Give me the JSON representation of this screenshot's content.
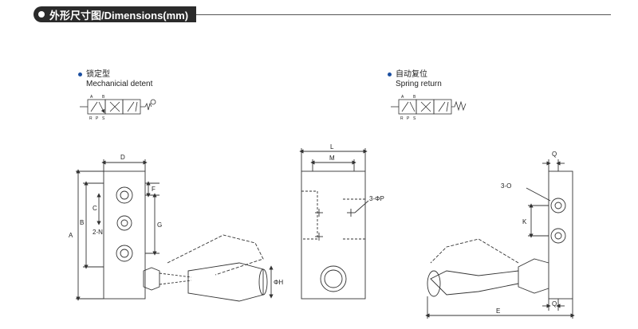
{
  "header": {
    "title": "外形尺寸图/Dimensions(mm)"
  },
  "variants": [
    {
      "name_cn": "锁定型",
      "name_en": "Mechanicial detent"
    },
    {
      "name_cn": "自动复位",
      "name_en": "Spring return"
    }
  ],
  "symbol_ports": {
    "top": [
      "A",
      "B"
    ],
    "bottom": [
      "R",
      "P",
      "S"
    ]
  },
  "front_view_dims": {
    "D": "D",
    "F": "F",
    "C": "C",
    "B": "B",
    "A": "A",
    "G": "G",
    "N": "2-N",
    "H": "ΦH"
  },
  "side_view_dims": {
    "L": "L",
    "M": "M",
    "P": "3-ΦP"
  },
  "right_view_dims": {
    "O": "3-O",
    "K": "K",
    "Q_top": "Q",
    "Q_bottom": "Q",
    "E": "E"
  },
  "colors": {
    "line": "#333333",
    "accent_dot": "#1c4fa0",
    "header_bg": "#2b2b2b"
  }
}
